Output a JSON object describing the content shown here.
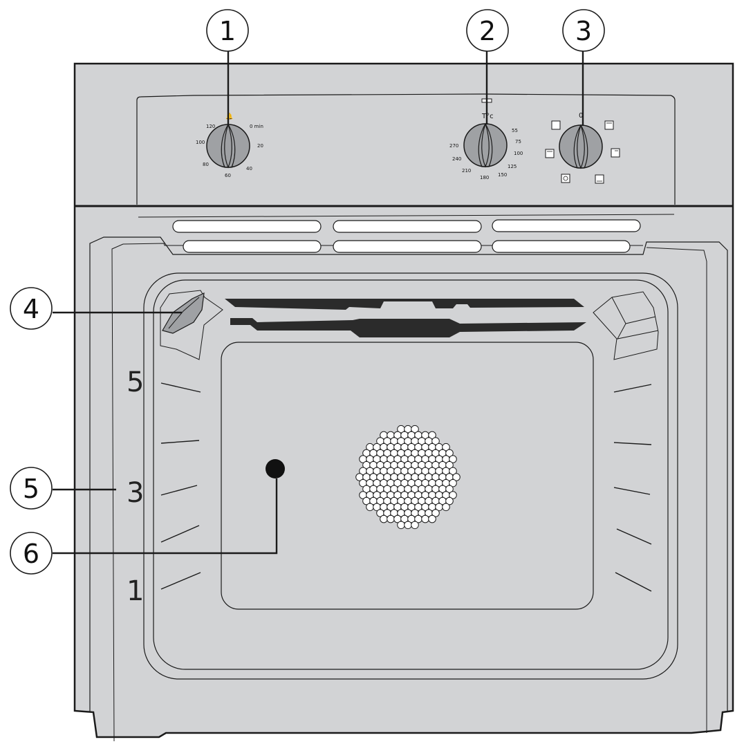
{
  "callouts": [
    "1",
    "2",
    "3",
    "4",
    "5",
    "6"
  ],
  "shelves": [
    "5",
    "3",
    "1"
  ],
  "timer": {
    "labels": [
      "120",
      "0 min",
      "100",
      "20",
      "80",
      "40",
      "60"
    ]
  },
  "thermostat": {
    "symbol": "T°c",
    "labels": [
      "55",
      "75",
      "270",
      "100",
      "240",
      "125",
      "210",
      "150",
      "180"
    ]
  },
  "selector": {
    "zero": "0",
    "mode_icons": [
      "oven-static-icon",
      "oven-top-icon",
      "oven-fan-icon",
      "oven-grill-icon",
      "oven-defrost-icon",
      "oven-bottom-icon"
    ]
  },
  "colors": {
    "body": "#d2d3d5",
    "knob": "#9fa1a4",
    "line": "#1a1a1a",
    "element": "#2b2b2b"
  }
}
